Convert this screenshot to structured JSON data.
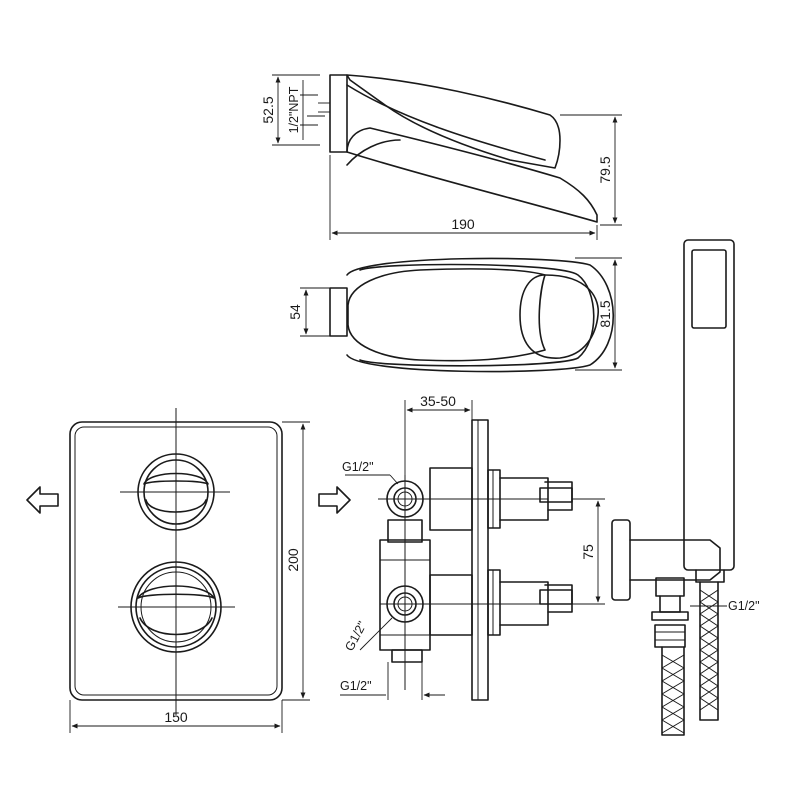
{
  "dimensions": {
    "spout_height": "52.5",
    "spout_thread": "1/2\"NPT",
    "spout_overall_height": "79.5",
    "spout_length": "190",
    "spout_front_height": "54",
    "spout_plate_height": "81.5",
    "body_depth": "35-50",
    "valve_spacing": "75",
    "plate_height": "200",
    "plate_width": "150"
  },
  "threads": {
    "inlet_top": "G1/2\"",
    "inlet_mid": "G1/2\"",
    "inlet_bottom": "G1/2\"",
    "hose_connection": "G1/2\""
  },
  "arrows": {
    "left": "arrow-left",
    "right": "arrow-right"
  }
}
